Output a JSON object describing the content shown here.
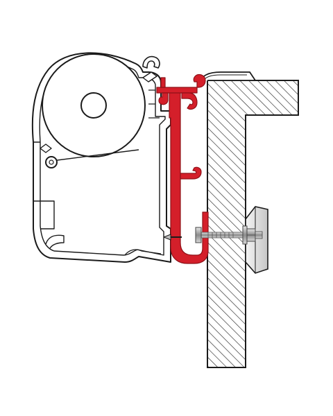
{
  "diagram": {
    "colors": {
      "background": "#ffffff",
      "outline": "#1a1a1a",
      "bracket": "#d41f2a",
      "bracket_dark": "#8e1017",
      "hatch": "#2a2a2a",
      "bolt": "#777777",
      "block": "#cfcfcf"
    },
    "components": [
      "awning-cassette",
      "fabric-roller",
      "adapter-bracket",
      "vehicle-wall",
      "mounting-bolt",
      "wall-anchor-block"
    ]
  }
}
